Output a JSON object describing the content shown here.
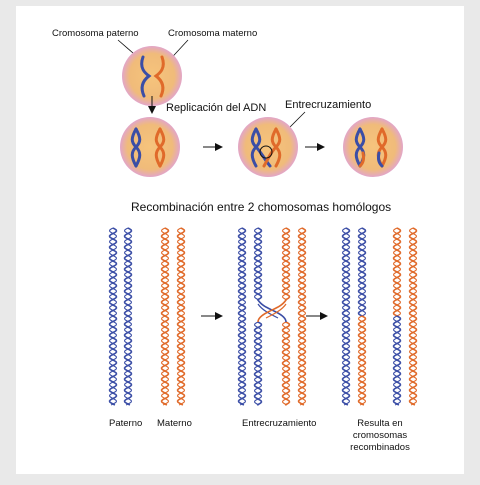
{
  "colors": {
    "paternal": "#3b4ea6",
    "maternal": "#e06a2a",
    "cell_fill": "#f2c27a",
    "cell_halo": "#e1a7c7",
    "background": "#e9e9e9",
    "panel": "#ffffff"
  },
  "top": {
    "label_paternal": "Cromosoma paterno",
    "label_maternal": "Cromosoma materno",
    "label_replication": "Replicación del ADN",
    "label_crossover": "Entrecruzamiento"
  },
  "bottom": {
    "title": "Recombinación entre 2  chomosomas homólogos",
    "label_paterno": "Paterno",
    "label_materno": "Materno",
    "label_crossover": "Entrecruzamiento",
    "label_result": [
      "Resulta en",
      "cromosomas",
      "recombinados"
    ]
  }
}
